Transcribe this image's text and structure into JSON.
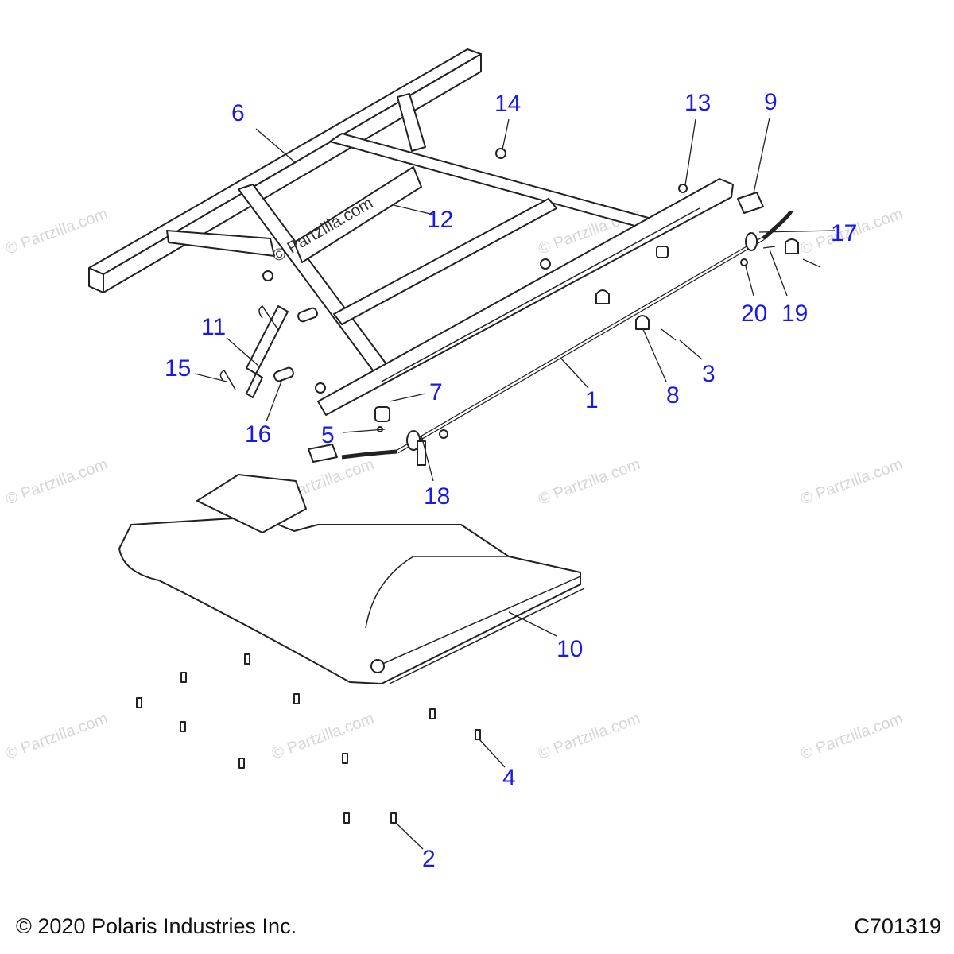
{
  "watermark": "© Partzilla.com",
  "center_watermark": "© Partzilla.com",
  "copyright": "© 2020 Polaris Industries Inc.",
  "drawing_number": "C701319",
  "callouts": [
    {
      "label": "1"
    },
    {
      "label": "2"
    },
    {
      "label": "3"
    },
    {
      "label": "4"
    },
    {
      "label": "5"
    },
    {
      "label": "6"
    },
    {
      "label": "7"
    },
    {
      "label": "8"
    },
    {
      "label": "9"
    },
    {
      "label": "10"
    },
    {
      "label": "11"
    },
    {
      "label": "12"
    },
    {
      "label": "13"
    },
    {
      "label": "14"
    },
    {
      "label": "15"
    },
    {
      "label": "16"
    },
    {
      "label": "17"
    },
    {
      "label": "18"
    },
    {
      "label": "19"
    },
    {
      "label": "20"
    }
  ]
}
